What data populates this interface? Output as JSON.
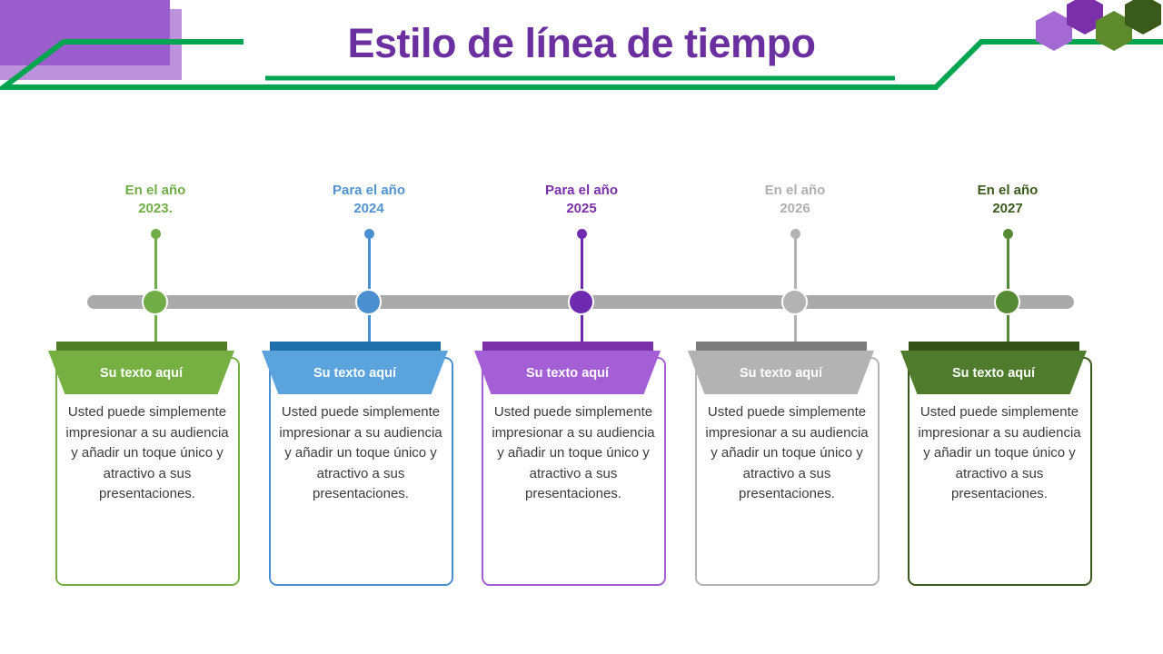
{
  "slide": {
    "title": "Estilo de línea de tiempo",
    "title_color": "#6b2fa0",
    "background": "#ffffff",
    "accent_green": "#00a550",
    "timeline_bar_color": "#aaaaaa"
  },
  "decorations": {
    "top_left_rect_color": "#9b5fcd",
    "top_left_shadow_color": "#b07fd6",
    "hexagons": [
      {
        "name": "hex-light-purple",
        "color": "#a569d4"
      },
      {
        "name": "hex-dark-purple",
        "color": "#7b2fa8"
      },
      {
        "name": "hex-medium-green",
        "color": "#5c8a2d"
      },
      {
        "name": "hex-dark-green",
        "color": "#3a5a1c"
      }
    ]
  },
  "timeline": {
    "milestones": [
      {
        "id": "milestone-2023",
        "year_prefix": "En el año",
        "year": "2023.",
        "label_color": "#70ad47",
        "marker_color": "#70ad47",
        "header_color": "#76b043",
        "header_strip_color": "#4f7d28",
        "border_color": "#76b043",
        "header_text": "Su texto aquí",
        "body_text": "Usted puede simplemente impresionar a su audiencia y añadir un toque único y atractivo a sus presentaciones."
      },
      {
        "id": "milestone-2024",
        "year_prefix": "Para el año",
        "year": "2024",
        "label_color": "#5193cf",
        "marker_color": "#4a90d0",
        "header_color": "#5ba3dd",
        "header_strip_color": "#1f6fac",
        "border_color": "#4a90d0",
        "header_text": "Su texto aquí",
        "body_text": "Usted puede simplemente impresionar a su audiencia y añadir un toque único y atractivo a sus presentaciones."
      },
      {
        "id": "milestone-2025",
        "year_prefix": "Para el año",
        "year": "2025",
        "label_color": "#7b2fa8",
        "marker_color": "#6f2bb0",
        "header_color": "#a45ed6",
        "header_strip_color": "#7b2fa8",
        "border_color": "#a45ed6",
        "header_text": "Su texto aquí",
        "body_text": "Usted puede simplemente impresionar a su audiencia y añadir un toque único y atractivo a sus presentaciones."
      },
      {
        "id": "milestone-2026",
        "year_prefix": "En el año",
        "year": "2026",
        "label_color": "#b0b0b0",
        "marker_color": "#b3b3b3",
        "header_color": "#b3b3b3",
        "header_strip_color": "#7d7d7d",
        "border_color": "#b3b3b3",
        "header_text": "Su texto aquí",
        "body_text": "Usted puede simplemente impresionar a su audiencia y añadir un toque único y atractivo a sus presentaciones."
      },
      {
        "id": "milestone-2027",
        "year_prefix": "En el año",
        "year": "2027",
        "label_color": "#3a5a1c",
        "marker_color": "#568a35",
        "header_color": "#4e7c2c",
        "header_strip_color": "#34511a",
        "border_color": "#3a5a1c",
        "header_text": "Su texto aquí",
        "body_text": "Usted puede simplemente impresionar a su audiencia y añadir un toque único y atractivo a sus presentaciones."
      }
    ]
  }
}
